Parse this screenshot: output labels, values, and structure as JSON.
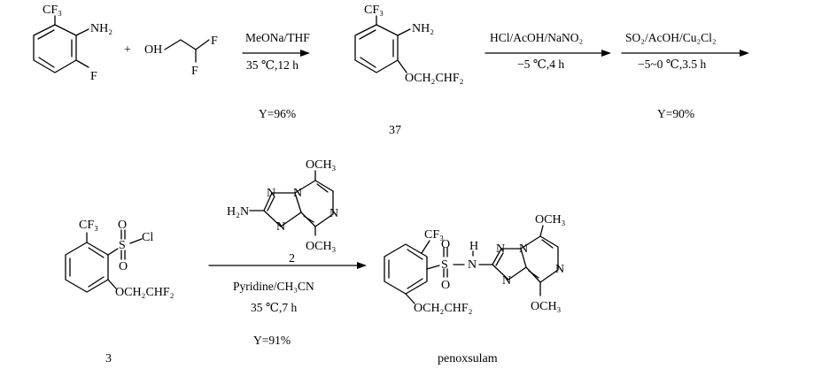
{
  "sm1": {
    "cf3": "CF₃",
    "nh2": "NH₂",
    "f": "F"
  },
  "plus": "+",
  "sm2": {
    "oh": "OH",
    "f_top": "F",
    "f_bottom": "F"
  },
  "step1": {
    "reagent": "MeONa/THF",
    "conditions": "35 ℃,12 h",
    "yield": "Y=96%"
  },
  "int37": {
    "cf3": "CF₃",
    "nh2": "NH₂",
    "ether": "OCH₂CHF₂",
    "number": "37"
  },
  "step2": {
    "reagent": "HCl/AcOH/NaNO₂",
    "conditions": "−5 ℃,4 h"
  },
  "step3": {
    "reagent": "SO₂/AcOH/Cu₂Cl₂",
    "conditions": "−5~0 ℃,3.5 h",
    "yield": "Y=90%"
  },
  "int3": {
    "cf3": "CF₃",
    "o_top": "O",
    "s": "S",
    "cl": "Cl",
    "o_bottom": "O",
    "ether": "OCH₂CHF₂",
    "number": "3"
  },
  "reagent2": {
    "och3_top": "OCH₃",
    "h2n": "H₂N",
    "n1": "N",
    "n2": "N",
    "n3": "N",
    "n4": "N",
    "och3_bottom": "OCH₃",
    "number": "2"
  },
  "step4": {
    "conditions1": "Pyridine/CH₃CN",
    "conditions2": "35 ℃,7 h",
    "yield": "Y=91%"
  },
  "product": {
    "cf3": "CF₃",
    "o_top": "O",
    "s": "S",
    "o_bottom": "O",
    "h": "H",
    "n_link": "N",
    "ether": "OCH₂CHF₂",
    "n1": "N",
    "n2": "N",
    "n3": "N",
    "n4": "N",
    "och3_top": "OCH₃",
    "och3_bottom": "OCH₃",
    "name": "penoxsulam"
  }
}
